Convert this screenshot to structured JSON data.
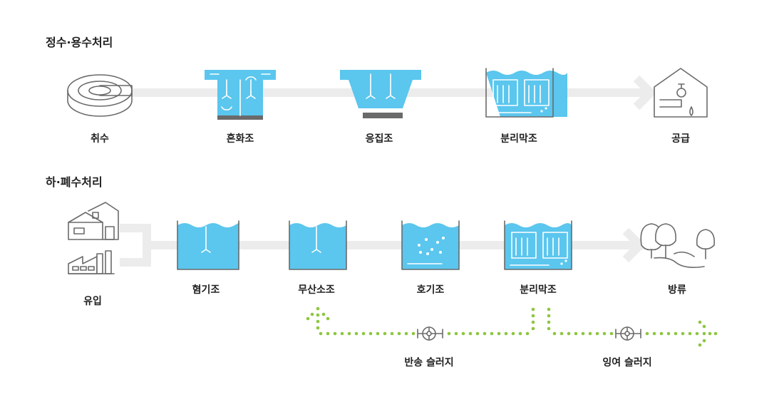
{
  "sections": {
    "water_purification": {
      "title": "정수·용수처리",
      "steps": [
        "취수",
        "혼화조",
        "응집조",
        "분리막조",
        "공급"
      ]
    },
    "wastewater": {
      "title": "하·폐수처리",
      "steps": [
        "유입",
        "혐기조",
        "무산소조",
        "호기조",
        "분리막조",
        "방류"
      ],
      "sludge": {
        "return_label": "반송 슬러지",
        "excess_label": "잉여 슬러지"
      }
    }
  },
  "colors": {
    "water": "#5bc6ee",
    "line_gray": "#ececec",
    "icon_gray": "#6a6a6a",
    "sludge_green": "#8dc63f"
  }
}
